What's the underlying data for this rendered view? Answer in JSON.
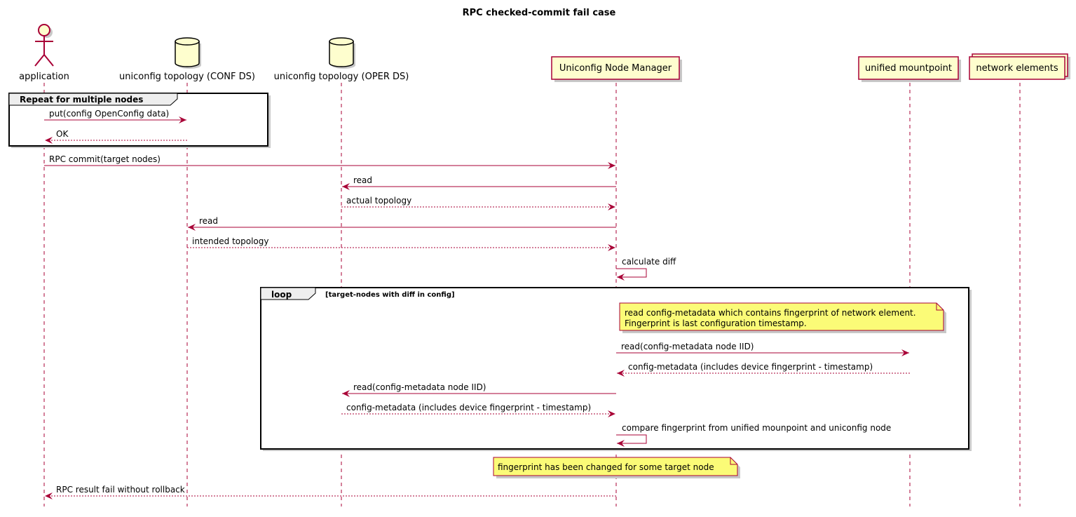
{
  "title": "RPC checked-commit fail case",
  "participants": {
    "application": "application",
    "conf_ds": "uniconfig topology (CONF DS)",
    "oper_ds": "uniconfig topology (OPER DS)",
    "node_manager": "Uniconfig Node Manager",
    "unified_mountpoint": "unified mountpoint",
    "network_elements": "network elements"
  },
  "groups": {
    "repeat": {
      "label": "Repeat for multiple nodes"
    },
    "loop": {
      "keyword": "loop",
      "condition": "[target-nodes with diff in config]"
    }
  },
  "messages": [
    {
      "from": "application",
      "to": "conf_ds",
      "label": "put(config OpenConfig data)",
      "dashed": false
    },
    {
      "from": "conf_ds",
      "to": "application",
      "label": "OK",
      "dashed": true
    },
    {
      "from": "application",
      "to": "node_manager",
      "label": "RPC commit(target nodes)",
      "dashed": false
    },
    {
      "from": "node_manager",
      "to": "oper_ds",
      "label": "read",
      "dashed": false
    },
    {
      "from": "oper_ds",
      "to": "node_manager",
      "label": "actual topology",
      "dashed": true
    },
    {
      "from": "node_manager",
      "to": "conf_ds",
      "label": "read",
      "dashed": false
    },
    {
      "from": "conf_ds",
      "to": "node_manager",
      "label": "intended topology",
      "dashed": true
    },
    {
      "from": "node_manager",
      "to": "node_manager",
      "label": "calculate diff",
      "dashed": false
    },
    {
      "from": "node_manager",
      "to": "unified_mountpoint",
      "label": "read(config-metadata node IID)",
      "dashed": false
    },
    {
      "from": "unified_mountpoint",
      "to": "node_manager",
      "label": "config-metadata (includes device fingerprint - timestamp)",
      "dashed": true
    },
    {
      "from": "node_manager",
      "to": "oper_ds",
      "label": "read(config-metadata node IID)",
      "dashed": false
    },
    {
      "from": "oper_ds",
      "to": "node_manager",
      "label": "config-metadata (includes device fingerprint - timestamp)",
      "dashed": true
    },
    {
      "from": "node_manager",
      "to": "node_manager",
      "label": "compare fingerprint from unified mounpoint and uniconfig node",
      "dashed": false
    },
    {
      "from": "node_manager",
      "to": "application",
      "label": "RPC result fail without rollback",
      "dashed": true
    }
  ],
  "notes": {
    "fingerprint_info": {
      "line1": "read config-metadata which contains fingerprint of network element.",
      "line2": "Fingerprint is last configuration timestamp."
    },
    "fingerprint_changed": "fingerprint has been changed for some target node"
  },
  "colors": {
    "line": "#a80036",
    "actor_fill": "#fefece",
    "note_fill": "#fbfb77",
    "frame_header": "#eeeeee",
    "shadow": "#c8c8c8"
  }
}
